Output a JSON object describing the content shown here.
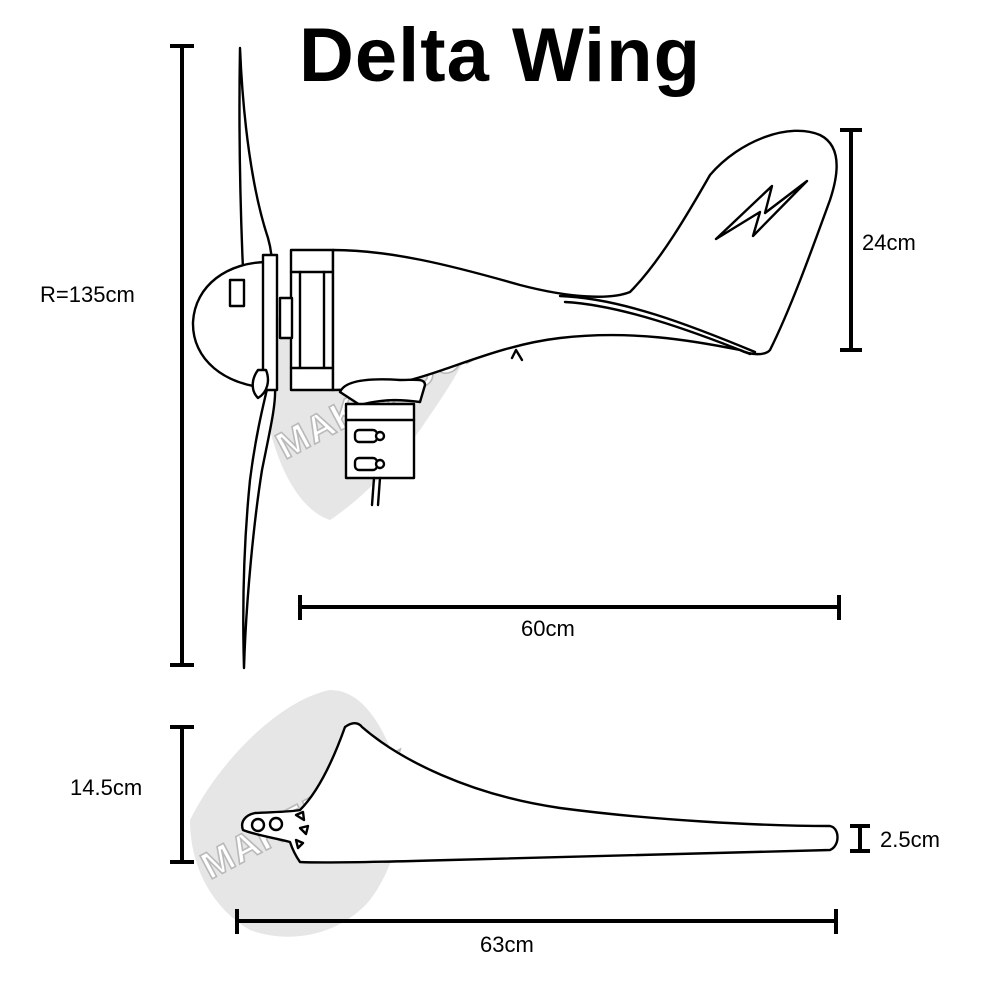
{
  "title": "Delta Wing",
  "watermark": "MAKEROCK",
  "dimensions": {
    "rotor_radius": "R=135cm",
    "tail_height": "24cm",
    "body_length": "60cm",
    "blade_width": "14.5cm",
    "blade_tip_width": "2.5cm",
    "blade_length": "63cm"
  },
  "colors": {
    "line": "#000000",
    "watermark_fill": "#e6e6e6",
    "background": "#ffffff"
  },
  "icons": {
    "tail_logo": "lightning-bolt-icon"
  }
}
